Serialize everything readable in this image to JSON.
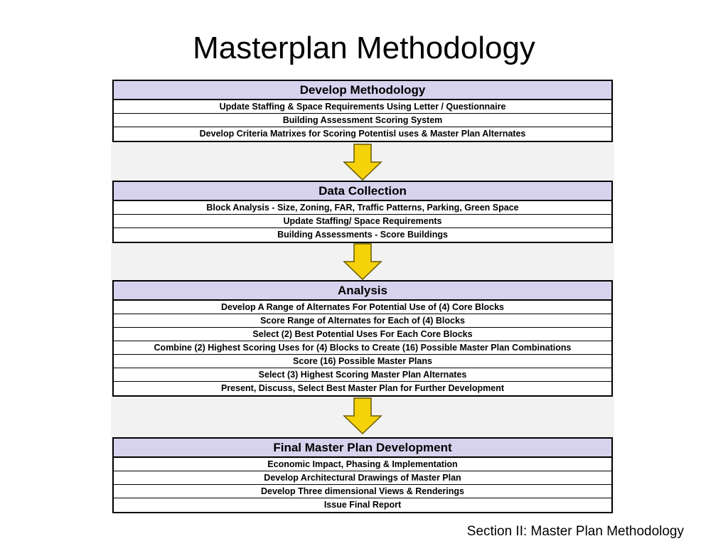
{
  "title": "Masterplan Methodology",
  "footer": "Section II: Master Plan Methodology",
  "colors": {
    "header_fill": "#d7d3ee",
    "arrow_fill": "#f5d20a",
    "arrow_stroke": "#6b5a00"
  },
  "blocks": [
    {
      "header": "Develop Methodology",
      "rows": [
        "Update Staffing & Space Requirements Using Letter / Questionnaire",
        "Building Assessment Scoring System",
        "Develop Criteria Matrixes for Scoring Potentisl uses & Master Plan Alternates"
      ]
    },
    {
      "header": "Data Collection",
      "rows": [
        "Block Analysis - Size, Zoning, FAR, Traffic Patterns, Parking, Green Space",
        "Update Staffing/ Space Requirements",
        "Building Assessments - Score Buildings"
      ]
    },
    {
      "header": "Analysis",
      "rows": [
        "Develop A Range of  Alternates For Potential Use of (4) Core Blocks",
        "Score Range of Alternates for Each of (4) Blocks",
        "Select (2) Best Potential Uses For Each Core Blocks",
        "Combine (2) Highest Scoring Uses for (4) Blocks to Create (16) Possible  Master Plan Combinations",
        "Score (16) Possible Master Plans",
        "Select  (3) Highest Scoring Master Plan Alternates",
        "Present, Discuss, Select Best Master Plan for Further Development"
      ]
    },
    {
      "header": "Final Master Plan Development",
      "rows": [
        "Economic Impact, Phasing & Implementation",
        "Develop Architectural Drawings of Master Plan",
        "Develop Three dimensional Views & Renderings",
        "Issue Final Report"
      ]
    }
  ]
}
